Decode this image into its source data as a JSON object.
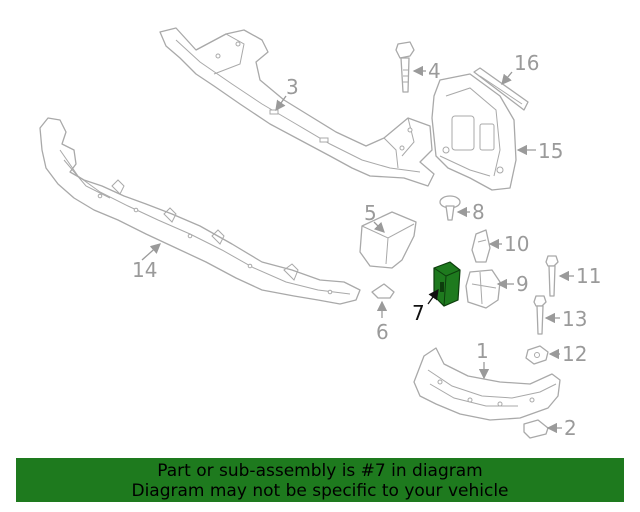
{
  "callouts": [
    "1",
    "2",
    "3",
    "4",
    "5",
    "6",
    "7",
    "8",
    "9",
    "10",
    "11",
    "12",
    "13",
    "14",
    "15",
    "16"
  ],
  "highlighted_part": "7",
  "highlight_color": "#1e7a1e",
  "banner": {
    "line1": "Part or sub-assembly is #7 in diagram",
    "line2": "Diagram may not be specific to your vehicle",
    "background": "#1e7a1e"
  }
}
